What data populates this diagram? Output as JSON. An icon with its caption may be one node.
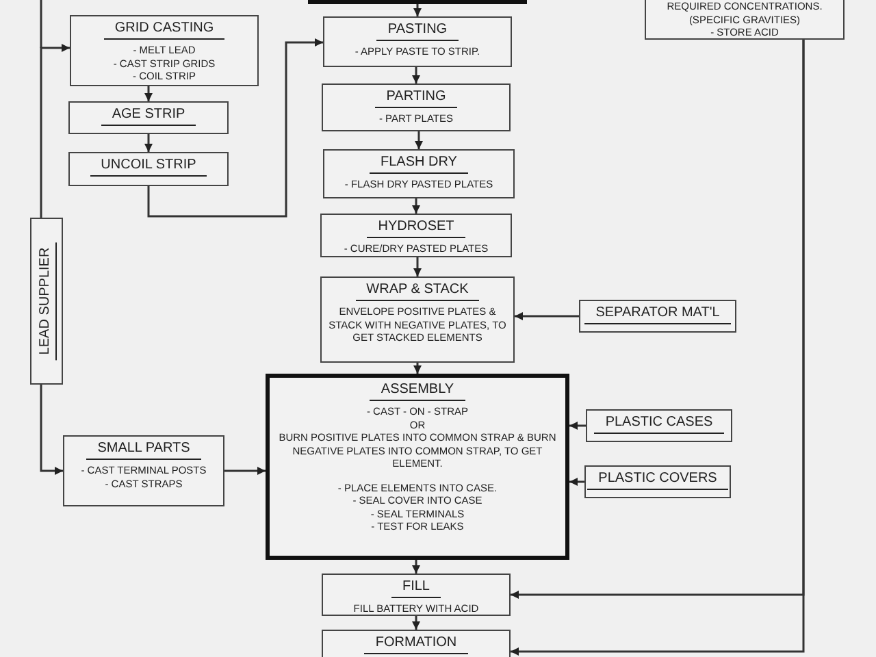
{
  "diagram": {
    "nodes": [
      {
        "text": [],
        "shape": "box"
      },
      {
        "text": [
          "REQUIRED CONCENTRATIONS. (SPECIFIC GRAVITIES)",
          "- STORE ACID"
        ]
      },
      {
        "text": [
          "GRID CASTING",
          "- MELT LEAD",
          "- CAST STRIP GRIDS",
          "- COIL STRIP"
        ]
      },
      {
        "text": [
          "PASTING",
          "- APPLY PASTE TO STRIP."
        ]
      },
      {
        "text": [
          "AGE STRIP"
        ]
      },
      {
        "text": [
          "PARTING",
          "- PART PLATES"
        ]
      },
      {
        "text": [
          "UNCOIL STRIP"
        ]
      },
      {
        "text": [
          "FLASH DRY",
          "- FLASH DRY PASTED PLATES"
        ]
      },
      {
        "text": [
          "HYDROSET",
          "- CURE/DRY PASTED PLATES"
        ]
      },
      {
        "text": [
          "LEAD SUPPLIER"
        ]
      },
      {
        "text": [
          "WRAP & STACK",
          "ENVELOPE POSITIVE PLATES & STACK WITH NEGATIVE PLATES, TO GET STACKED ELEMENTS"
        ]
      },
      {
        "text": [
          "SEPARATOR MAT'L"
        ]
      },
      {
        "text": [
          "ASSEMBLY",
          "- CAST - ON - STRAP",
          "OR",
          "BURN POSITIVE PLATES INTO COMMON STRAP & BURN NEGATIVE PLATES INTO COMMON STRAP, TO GET ELEMENT.",
          "- PLACE ELEMENTS INTO CASE.",
          "- SEAL COVER INTO CASE",
          "- SEAL TERMINALS",
          "- TEST FOR LEAKS"
        ]
      },
      {
        "text": [
          "SMALL PARTS",
          "- CAST TERMINAL POSTS",
          "- CAST STRAPS"
        ]
      },
      {
        "text": [
          "PLASTIC CASES"
        ]
      },
      {
        "text": [
          "PLASTIC COVERS"
        ]
      },
      {
        "text": [
          "FILL",
          "FILL BATTERY WITH ACID"
        ]
      },
      {
        "text": [
          "FORMATION"
        ]
      }
    ],
    "edges": [
      {
        "from": 0,
        "to": 3,
        "arrow": "to"
      },
      {
        "from": 9,
        "to": 2,
        "arrow": "to"
      },
      {
        "from": 2,
        "to": 4,
        "arrow": "to"
      },
      {
        "from": 4,
        "to": 6,
        "arrow": "to"
      },
      {
        "from": 6,
        "to": 3,
        "arrow": "to"
      },
      {
        "from": 3,
        "to": 5,
        "arrow": "to"
      },
      {
        "from": 5,
        "to": 7,
        "arrow": "to"
      },
      {
        "from": 7,
        "to": 8,
        "arrow": "to"
      },
      {
        "from": 8,
        "to": 10,
        "arrow": "to"
      },
      {
        "from": 11,
        "to": 10,
        "arrow": "to"
      },
      {
        "from": 10,
        "to": 12,
        "arrow": "to"
      },
      {
        "from": 9,
        "to": 13,
        "arrow": "to"
      },
      {
        "from": 13,
        "to": 12,
        "arrow": "to"
      },
      {
        "from": 14,
        "to": 12,
        "arrow": "to"
      },
      {
        "from": 15,
        "to": 12,
        "arrow": "to"
      },
      {
        "from": 12,
        "to": 16,
        "arrow": "to"
      },
      {
        "from": 16,
        "to": 17,
        "arrow": "to"
      },
      {
        "from": 1,
        "to": 16,
        "arrow": "to"
      },
      {
        "from": 1,
        "to": 17,
        "arrow": "to"
      }
    ]
  }
}
